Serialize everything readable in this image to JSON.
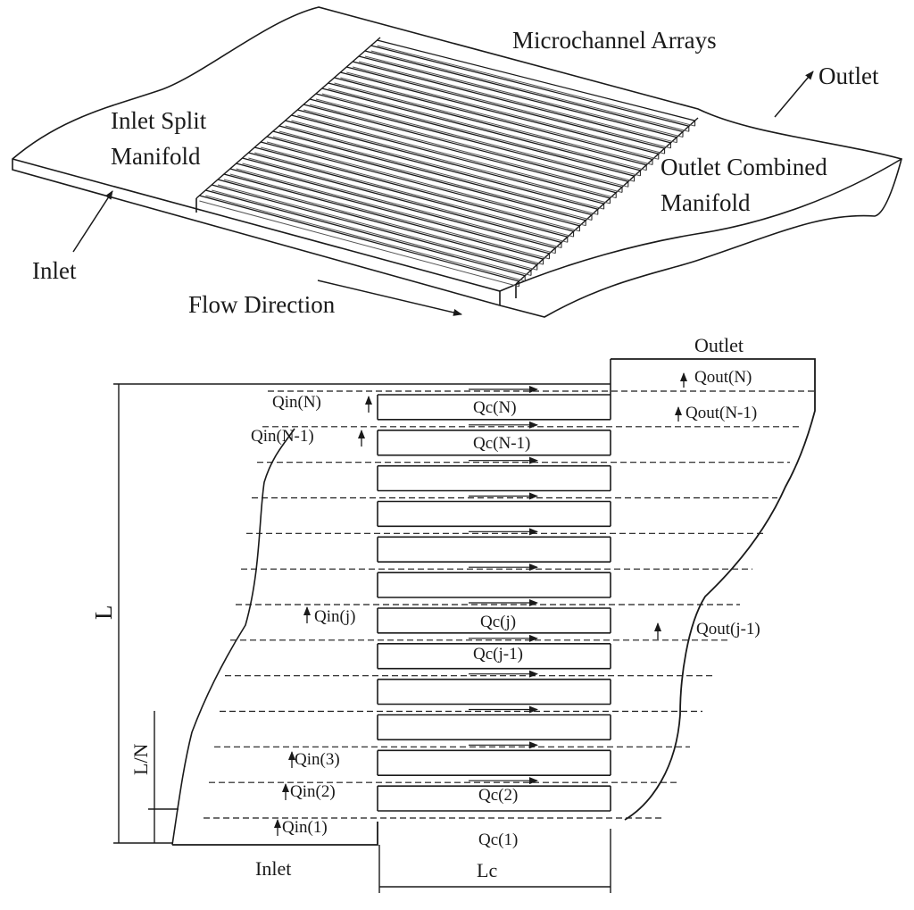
{
  "top": {
    "microchannel_arrays": "Microchannel Arrays",
    "outlet": "Outlet",
    "inlet_split_line1": "Inlet Split",
    "inlet_split_line2": "Manifold",
    "outlet_combined_line1": "Outlet Combined",
    "outlet_combined_line2": "Manifold",
    "inlet": "Inlet",
    "flow_direction": "Flow Direction"
  },
  "bottom": {
    "outlet": "Outlet",
    "inlet": "Inlet",
    "length_L": "L",
    "length_LN": "L/N",
    "length_Lc": "Lc",
    "qout_N": "Qout(N)",
    "qout_N1": "Qout(N-1)",
    "qout_j1": "Qout(j-1)",
    "qin_N": "Qin(N)",
    "qin_N1": "Qin(N-1)",
    "qin_j": "Qin(j)",
    "qin_3": "Qin(3)",
    "qin_2": "Qin(2)",
    "qin_1": "Qin(1)",
    "qc_N": "Qc(N)",
    "qc_N1": "Qc(N-1)",
    "qc_j": "Qc(j)",
    "qc_j1": "Qc(j-1)",
    "qc_2": "Qc(2)",
    "qc_1": "Qc(1)"
  }
}
